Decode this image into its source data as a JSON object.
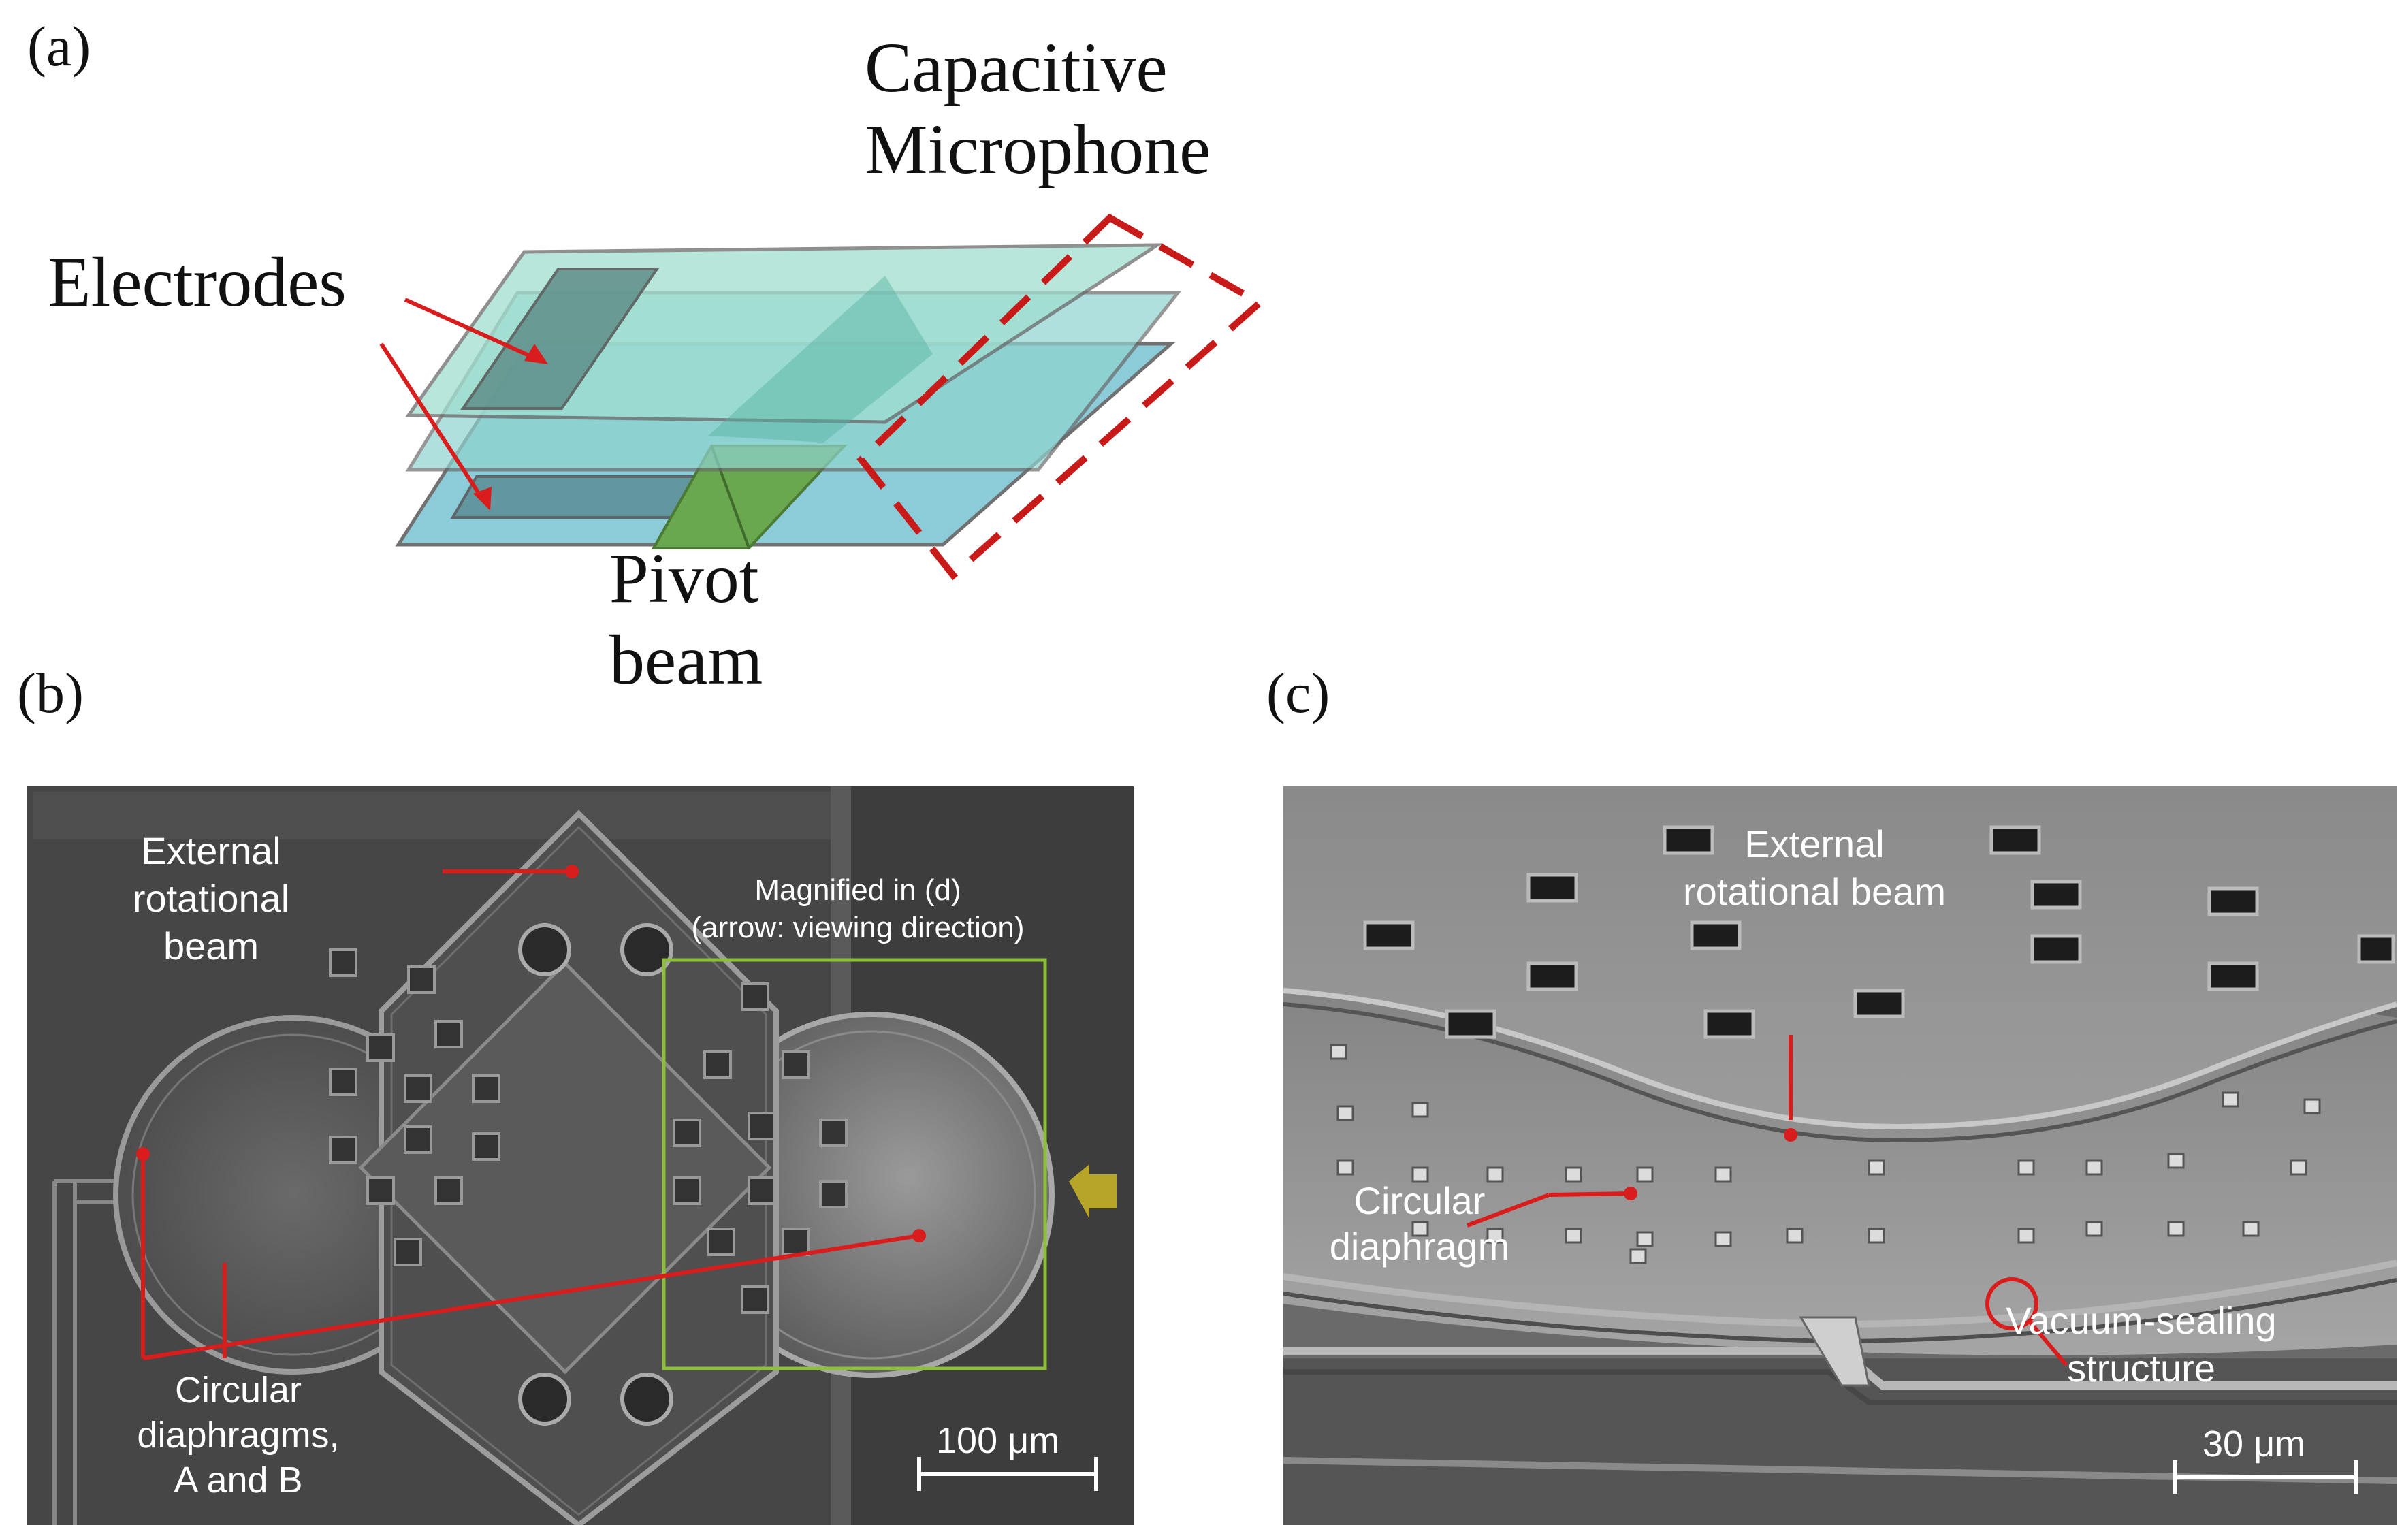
{
  "panel_a": {
    "label": "(a)",
    "title_line1": "Capacitive",
    "title_line2": "Microphone",
    "electrodes": "Electrodes",
    "pivot_line1": "Pivot",
    "pivot_line2": "beam"
  },
  "panel_b": {
    "label": "(b)",
    "ext_beam_line1": "External",
    "ext_beam_line2": "rotational beam",
    "magnified_line1": "Magnified in (d)",
    "magnified_line2": "(arrow: viewing direction)",
    "diaphragms_line1": "Circular",
    "diaphragms_line2": "diaphragms,",
    "diaphragms_line3": "A and B",
    "scale_bar": "100 μm"
  },
  "panel_c": {
    "label": "(c)",
    "ext_beam_line1": "External",
    "ext_beam_line2": "rotational beam",
    "diaphragm_line1": "Circular",
    "diaphragm_line2": "diaphragm",
    "vacuum_line1": "Vacuum-sealing",
    "vacuum_line2": "structure",
    "scale_bar": "30 μm"
  },
  "colors": {
    "annotation_red": "#d91c1c",
    "plate_top": "#9fded0",
    "plate_bottom": "#86c9d6",
    "pivot_green": "#6aa84f",
    "highlight_box": "#8fbf3a"
  }
}
